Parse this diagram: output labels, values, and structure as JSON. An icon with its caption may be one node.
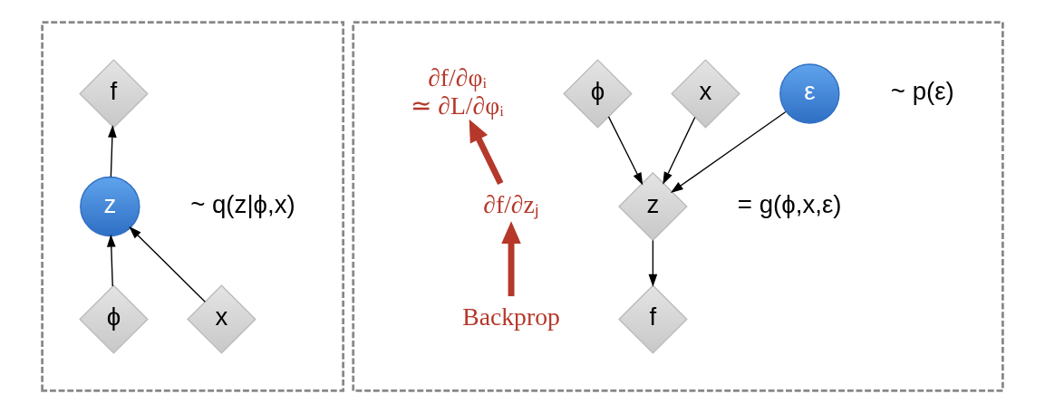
{
  "diagram": {
    "nodes": [
      {
        "text": [],
        "shape": "box"
      },
      {
        "text": [
          "f"
        ],
        "in": 0
      },
      {
        "text": [
          "z"
        ],
        "in": 0,
        "beside": [
          "~ q(z|ϕ,x)"
        ]
      },
      {
        "text": [
          "ϕ"
        ],
        "in": 0
      },
      {
        "text": [
          "x"
        ],
        "in": 0
      },
      {
        "text": [],
        "shape": "box"
      },
      {
        "text": [
          "Backprop"
        ],
        "in": 5
      },
      {
        "text": [
          "f"
        ],
        "in": 5
      },
      {
        "text": [
          "∂f/∂zⱼ"
        ],
        "in": 5
      },
      {
        "text": [
          "z"
        ],
        "in": 5,
        "beside": [
          "= g(ϕ,x,ε)"
        ]
      },
      {
        "text": [
          "∂f/∂φᵢ",
          "≃ ∂L/∂φᵢ"
        ],
        "in": 5
      },
      {
        "text": [
          "ϕ"
        ],
        "in": 5
      },
      {
        "text": [
          "x"
        ],
        "in": 5
      },
      {
        "text": [
          "ε"
        ],
        "in": 5,
        "beside": [
          "~ p(ε)"
        ]
      }
    ],
    "edges": [
      {
        "from": 3,
        "to": 2,
        "arrow": "to"
      },
      {
        "from": 4,
        "to": 2,
        "arrow": "to"
      },
      {
        "from": 2,
        "to": 1,
        "arrow": "to"
      },
      {
        "from": 6,
        "to": 8,
        "arrow": "to",
        "style": "thick",
        "color": "#b5382a"
      },
      {
        "from": 8,
        "to": 10,
        "arrow": "to",
        "style": "thick",
        "color": "#b5382a"
      },
      {
        "from": 11,
        "to": 9,
        "arrow": "to"
      },
      {
        "from": 12,
        "to": 9,
        "arrow": "to"
      },
      {
        "from": 13,
        "to": 9,
        "arrow": "to"
      },
      {
        "from": 9,
        "to": 7,
        "arrow": "to"
      }
    ]
  }
}
